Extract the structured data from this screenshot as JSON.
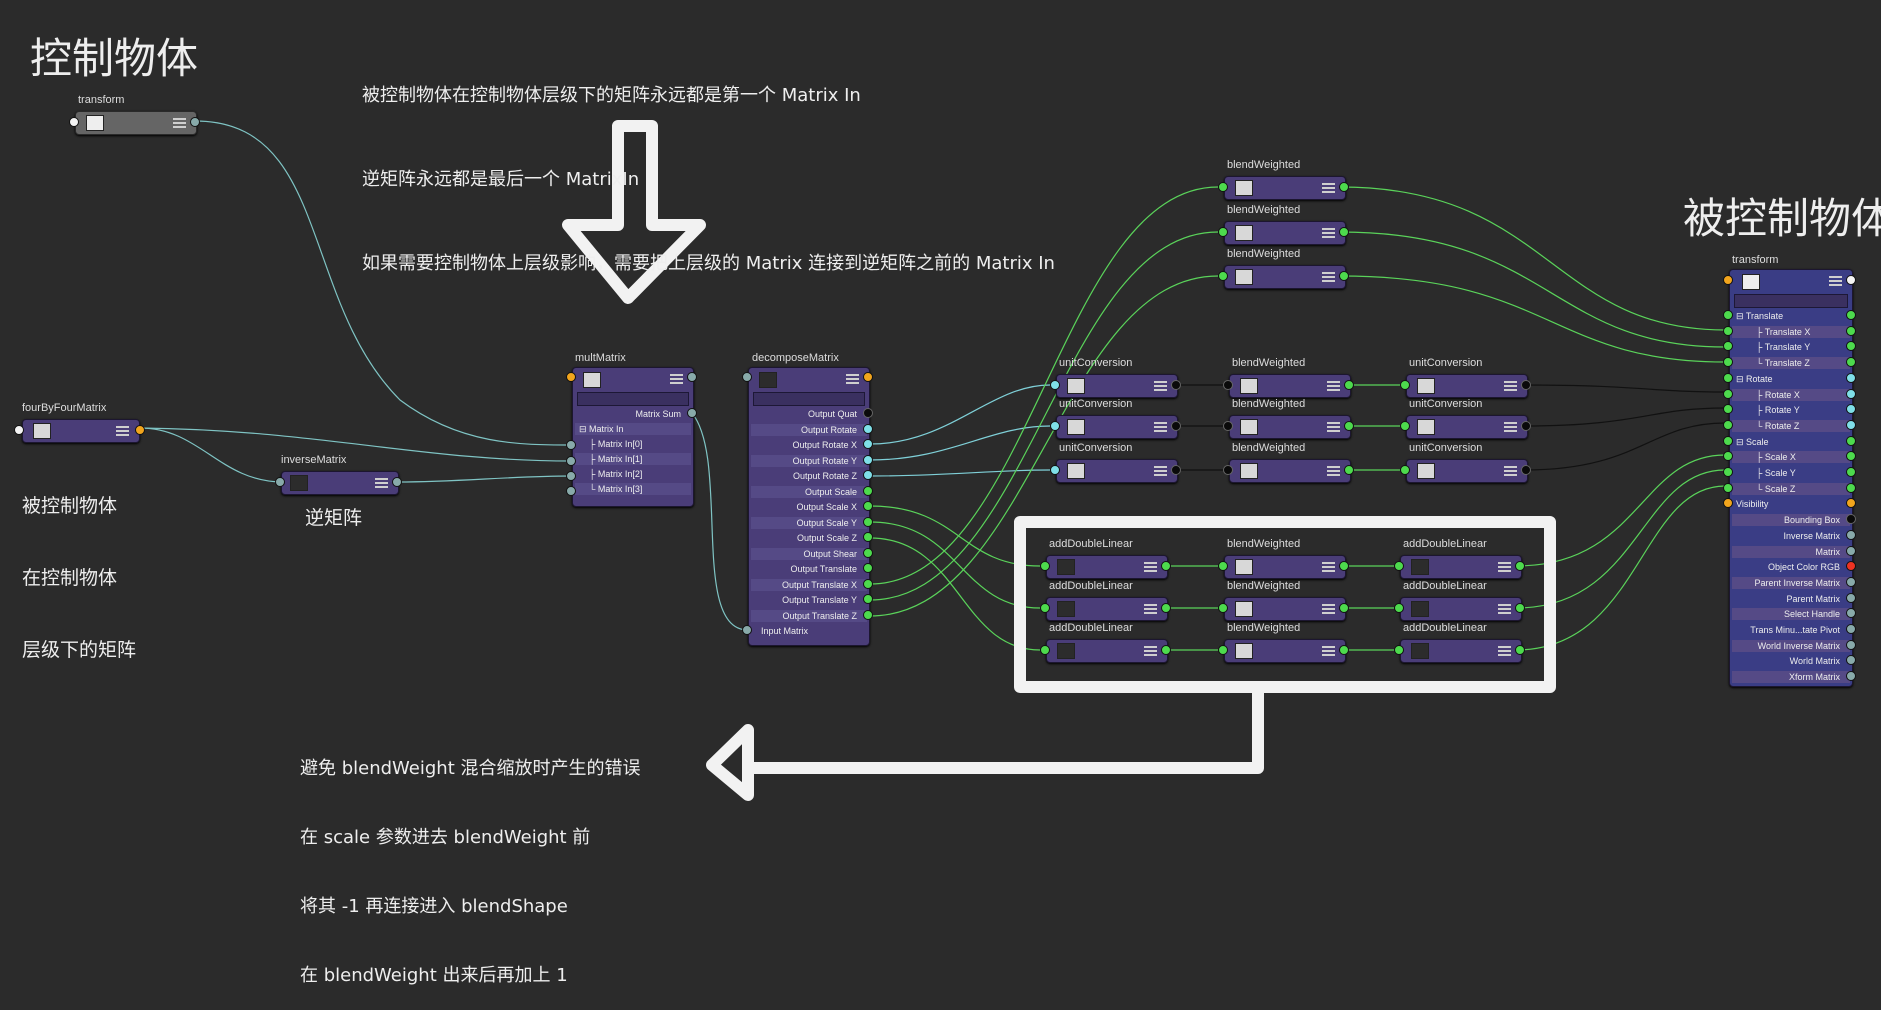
{
  "colors": {
    "background": "#2b2b2b",
    "node": "#4a3d78",
    "wire_green": "#5ad35a",
    "wire_cyan": "#7fd0d8",
    "port_orange": "#f2a51d"
  },
  "labels": {
    "control_object": "控制物体",
    "controlled_object": "被控制物体",
    "matrix_note_line1": "被控制物体在控制物体层级下的矩阵永远都是第一个 Matrix In",
    "matrix_note_line2": "逆矩阵永远都是最后一个 MatrixIn",
    "matrix_note_line3": "如果需要控制物体上层级影响，需要把上层级的 Matrix 连接到逆矩阵之前的 Matrix In",
    "local_matrix_line1": "被控制物体",
    "local_matrix_line2": "在控制物体",
    "local_matrix_line3": "层级下的矩阵",
    "inverse_matrix": "逆矩阵",
    "scale_note_line1": "避免 blendWeight 混合缩放时产生的错误",
    "scale_note_line2": "在 scale 参数进去 blendWeight 前",
    "scale_note_line3": "将其 -1 再连接进入 blendShape",
    "scale_note_line4": "在 blendWeight 出来后再加上 1"
  },
  "nodes": {
    "transform_control": "transform",
    "four_by_four": "fourByFourMatrix",
    "inverse_matrix": "inverseMatrix",
    "mult_matrix": "multMatrix",
    "decompose_matrix": "decomposeMatrix",
    "transform_target": "transform",
    "blend_weighted": "blendWeighted",
    "unit_conversion": "unitConversion",
    "add_double_linear": "addDoubleLinear"
  },
  "mult_matrix": {
    "matrix_sum": "Matrix Sum",
    "matrix_in": "Matrix In",
    "items": [
      "Matrix In[0]",
      "Matrix In[1]",
      "Matrix In[2]",
      "Matrix In[3]"
    ]
  },
  "decompose_matrix": {
    "attrs": [
      "Output Quat",
      "Output Rotate",
      "Output Rotate X",
      "Output Rotate Y",
      "Output Rotate Z",
      "Output Scale",
      "Output Scale X",
      "Output Scale Y",
      "Output Scale Z",
      "Output Shear",
      "Output Translate",
      "Output Translate X",
      "Output Translate Y",
      "Output Translate Z",
      "Input Matrix"
    ]
  },
  "target_transform": {
    "attrs": [
      "Translate",
      "Translate X",
      "Translate Y",
      "Translate Z",
      "Rotate",
      "Rotate X",
      "Rotate Y",
      "Rotate Z",
      "Scale",
      "Scale X",
      "Scale Y",
      "Scale Z",
      "Visibility",
      "Bounding Box",
      "Inverse Matrix",
      "Matrix",
      "Object Color RGB",
      "Parent Inverse Matrix",
      "Parent Matrix",
      "Select Handle",
      "Trans Minu...tate Pivot",
      "World Inverse Matrix",
      "World Matrix",
      "Xform Matrix"
    ]
  }
}
